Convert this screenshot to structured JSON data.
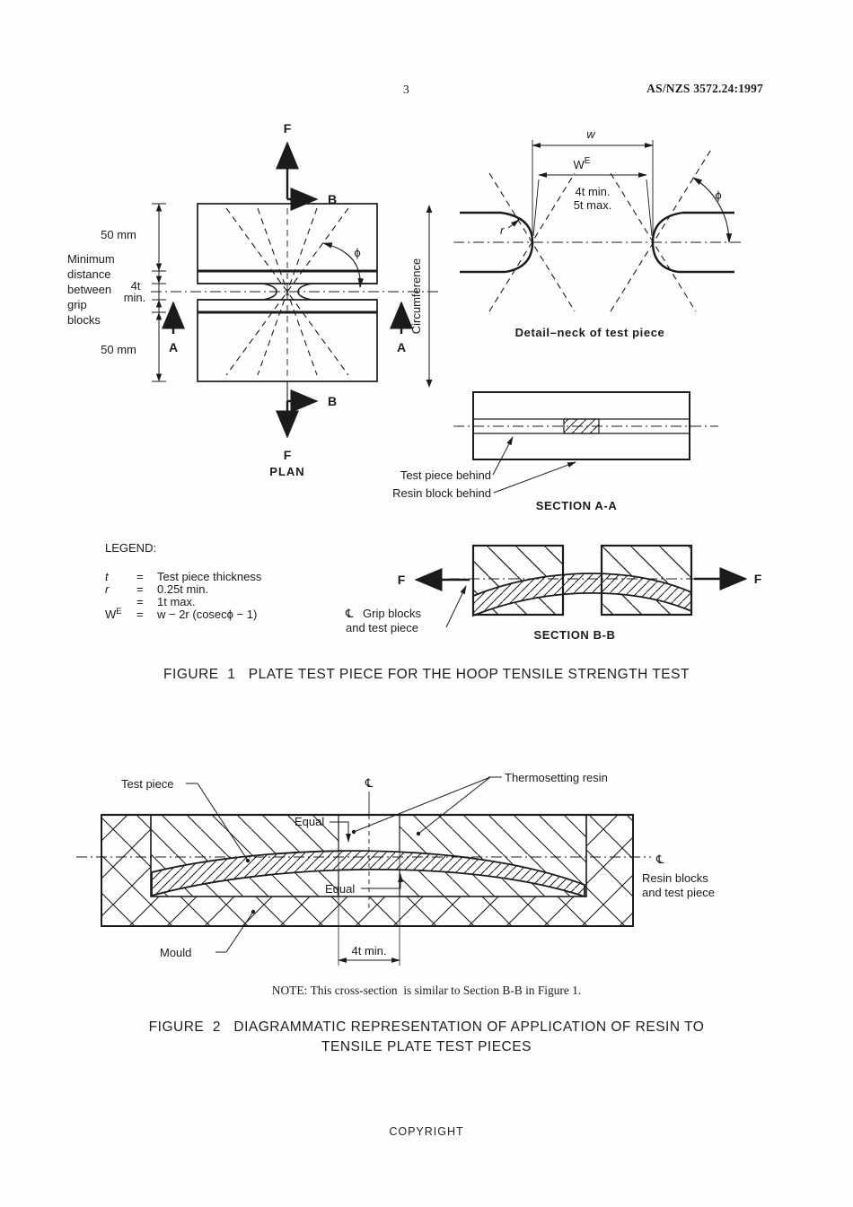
{
  "header": {
    "page_number": "3",
    "doc_number": "AS/NZS 3572.24:1997"
  },
  "figure1": {
    "plan": {
      "f_top": "F",
      "f_bottom": "F",
      "b_top": "B",
      "b_bottom": "B",
      "a_left": "A",
      "a_right": "A",
      "dim_50_top": "50 mm",
      "dim_50_bottom": "50 mm",
      "dim_4t_line1": "4t",
      "dim_4t_line2": "min.",
      "grip_note": [
        "Minimum",
        "distance",
        "between",
        "grip",
        "blocks"
      ],
      "phi": "ϕ",
      "circumference": "Circumference",
      "caption": "PLAN"
    },
    "detail": {
      "w": "w",
      "we_main": "W",
      "we_sup": "E",
      "line1": "4t min.",
      "line2": "5t max.",
      "r": "r",
      "phi": "ϕ",
      "caption": "Detail–neck of test piece"
    },
    "section_aa": {
      "label1": "Test piece behind",
      "label2": "Resin block behind",
      "caption": "SECTION A-A"
    },
    "section_bb": {
      "f_left": "F",
      "f_right": "F",
      "cl_sym": "℄",
      "label1": "Grip blocks",
      "label2": "and test piece",
      "caption": "SECTION B-B"
    },
    "legend": {
      "title": "LEGEND:",
      "rows": [
        {
          "sym": "t",
          "eq": "=",
          "val": "Test piece thickness"
        },
        {
          "sym": "r",
          "eq": "=",
          "val": "0.25t min."
        },
        {
          "sym": "",
          "eq": "=",
          "val": "1t max."
        },
        {
          "sym": "",
          "eq": "=",
          "val": "w − 2r (cosecϕ − 1)"
        }
      ],
      "w_sym": "W",
      "w_sup": "E"
    },
    "caption": "FIGURE  1   PLATE TEST PIECE FOR THE HOOP TENSILE STRENGTH TEST"
  },
  "figure2": {
    "labels": {
      "test_piece": "Test piece",
      "cl_top": "℄",
      "thermo": "Thermosetting resin",
      "equal_top": "Equal",
      "equal_bottom": "Equal",
      "cl_right": "℄",
      "resin1": "Resin blocks",
      "resin2": "and test piece",
      "mould": "Mould",
      "dim_4t": "4t min."
    },
    "note": "NOTE: This cross-section  is similar to Section B-B in Figure 1.",
    "caption1": "FIGURE  2   DIAGRAMMATIC REPRESENTATION OF APPLICATION OF RESIN TO",
    "caption2": "TENSILE PLATE TEST PIECES"
  },
  "footer": {
    "copyright": "COPYRIGHT"
  }
}
